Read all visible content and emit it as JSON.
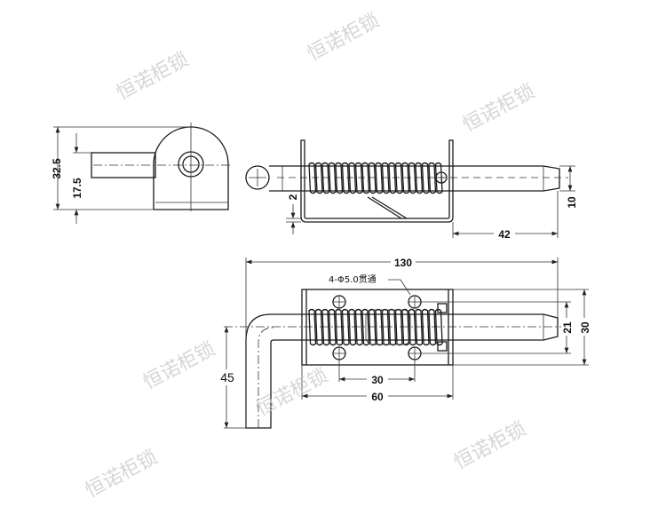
{
  "watermark": "恒诺柜锁",
  "side_view": {
    "dims": {
      "height_total": "32.5",
      "pin_height": "17.5"
    }
  },
  "top_view": {
    "dims": {
      "offset": "2",
      "pin_length": "42",
      "pin_diameter": "10"
    }
  },
  "front_view": {
    "hole_note": "4-Φ5.0贯通",
    "dims": {
      "overall_length": "130",
      "handle_height": "45",
      "hole_spacing_x": "30",
      "body_length": "60",
      "hole_spacing_y": "21",
      "body_width": "30"
    }
  },
  "colors": {
    "line": "#1a1a1a",
    "watermark": "#c9c9c9"
  }
}
